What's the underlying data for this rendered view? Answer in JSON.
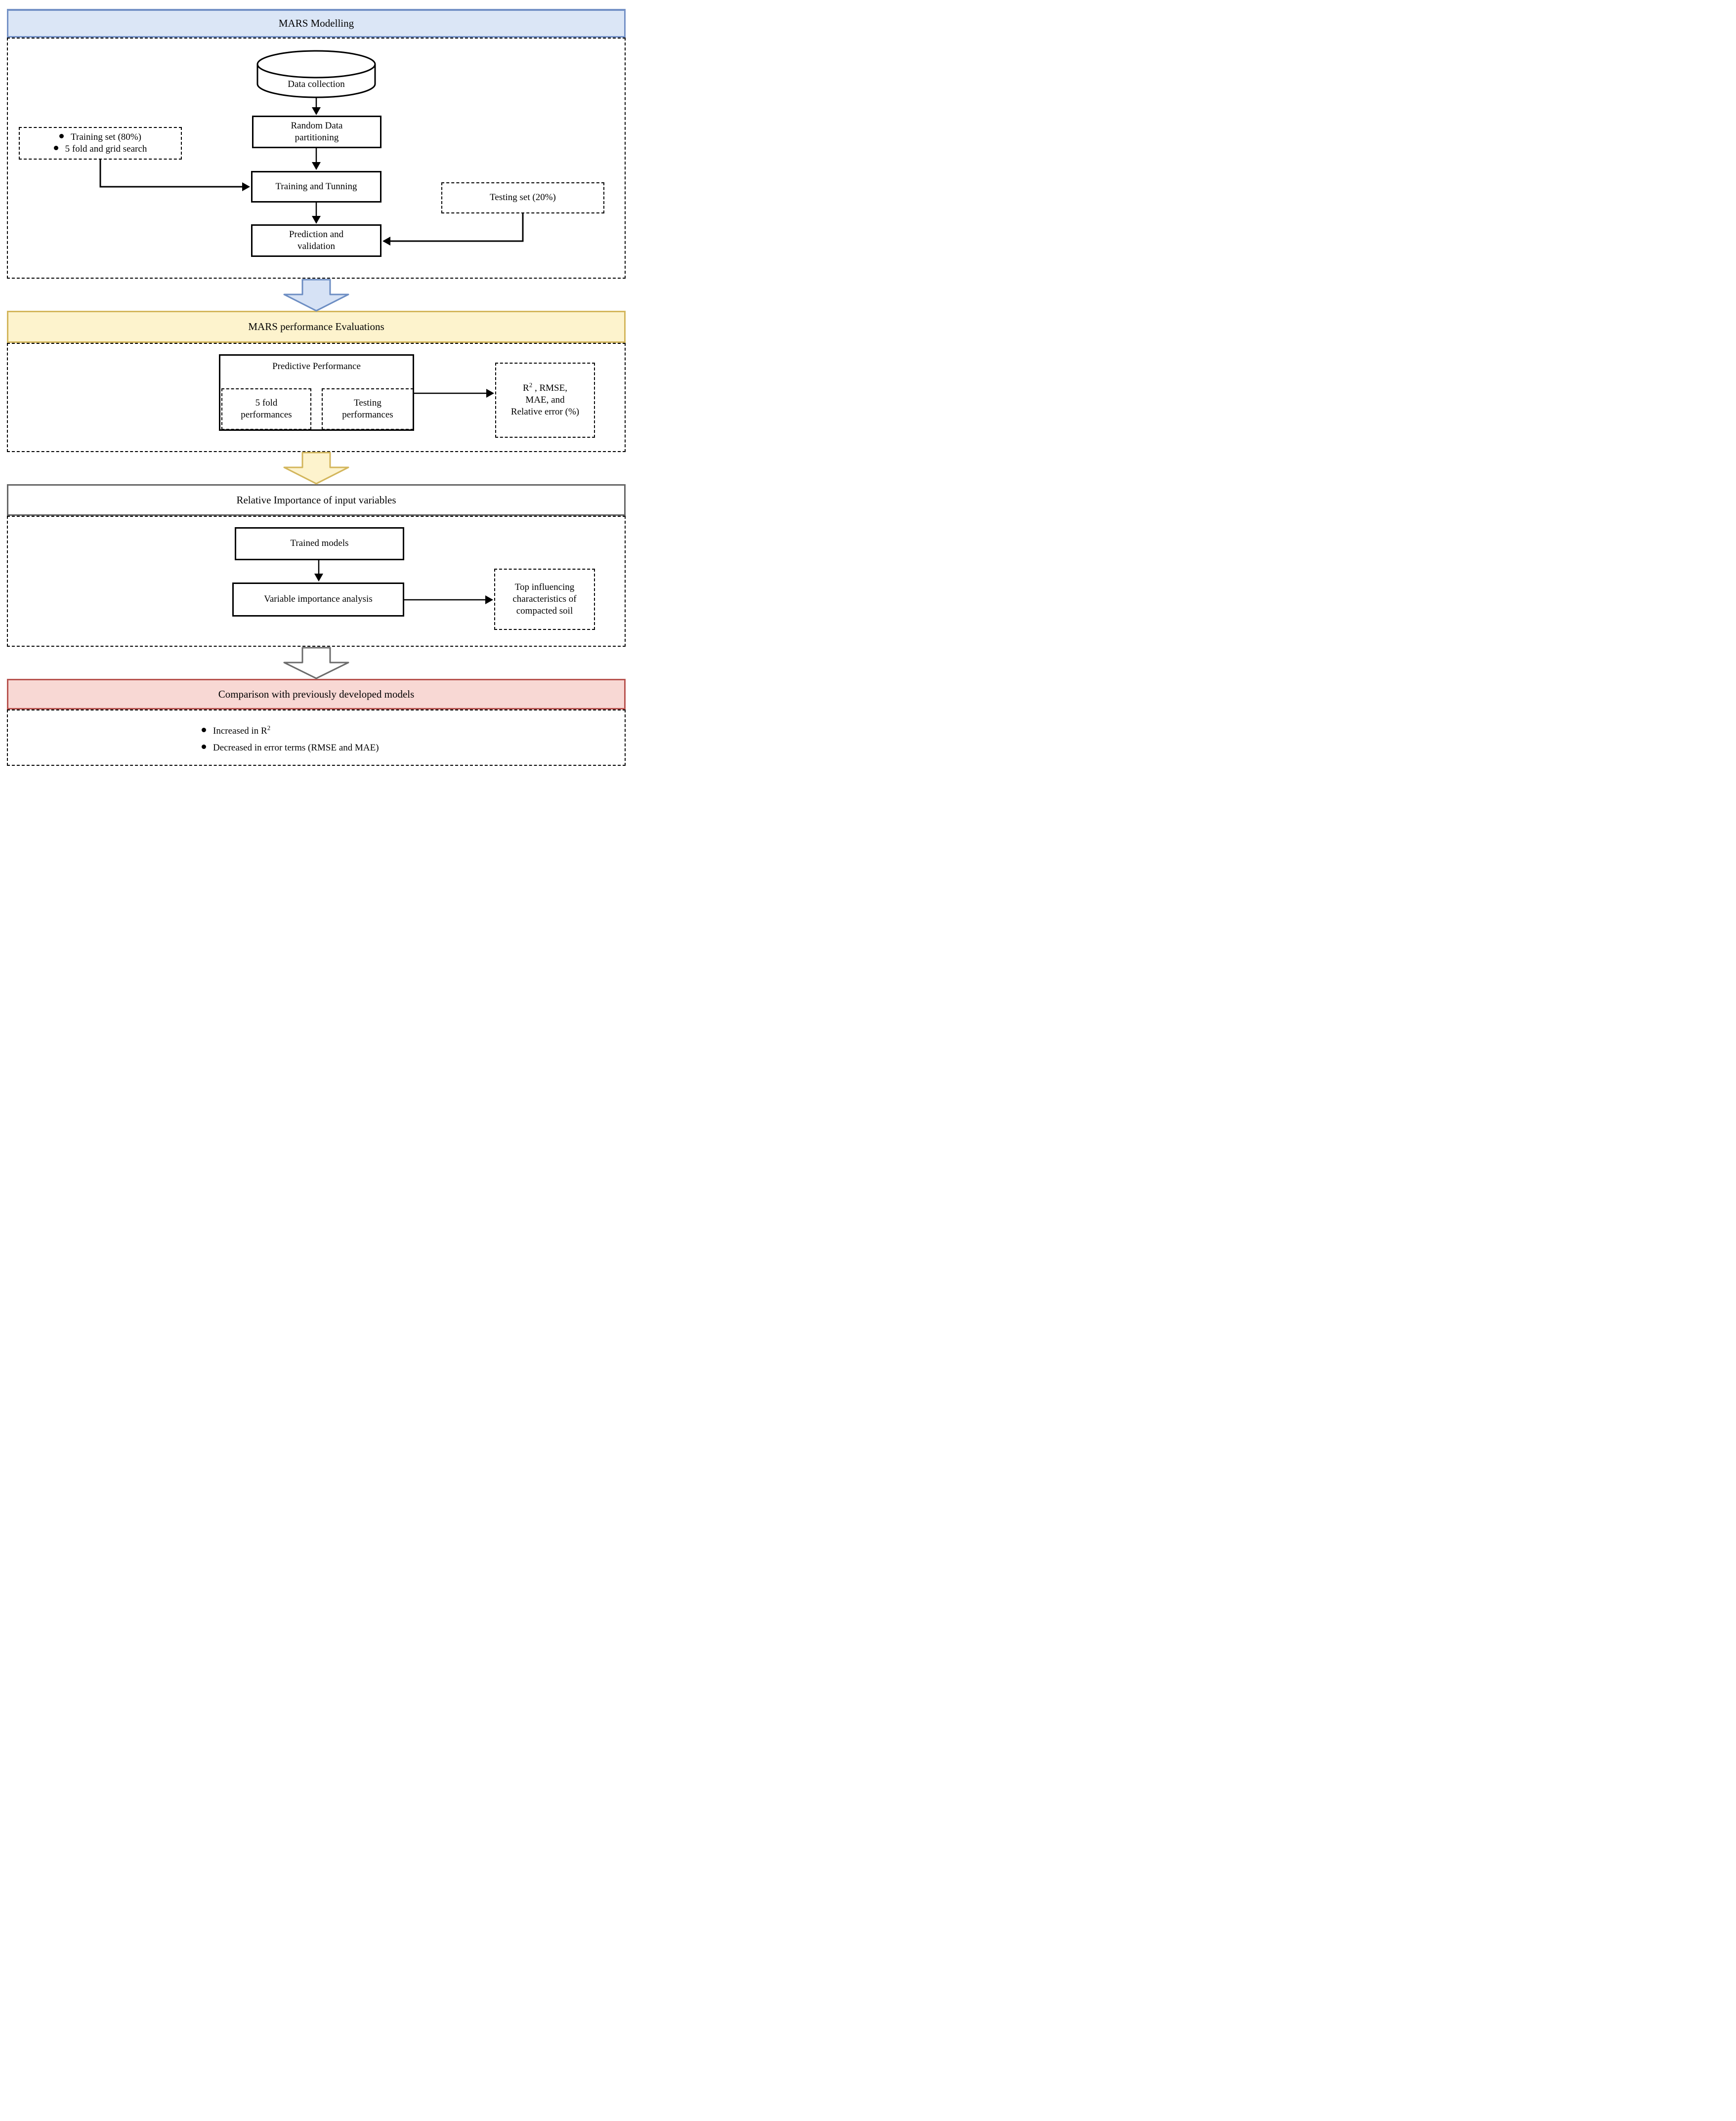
{
  "headers": {
    "modelling": {
      "label": "MARS Modelling",
      "bg": "#dbe6f6",
      "border": "#7491c6"
    },
    "evaluations": {
      "label": "MARS performance Evaluations",
      "bg": "#fdf3cd",
      "border": "#d3b65c"
    },
    "importance": {
      "label": "Relative Importance of input variables",
      "bg": "#ffffff",
      "border": "#666666"
    },
    "comparison": {
      "label": "Comparison with previously developed models",
      "bg": "#f8d8d4",
      "border": "#b85450"
    }
  },
  "flow_arrows": {
    "blue": {
      "fill": "#d6e2f5",
      "stroke": "#6d8ec3"
    },
    "yellow": {
      "fill": "#fdf3cd",
      "stroke": "#d3b65c"
    },
    "gray": {
      "fill": "#ffffff",
      "stroke": "#6b6b6b"
    }
  },
  "modelling": {
    "data_collection": "Data collection",
    "random_partitioning": [
      "Random Data",
      "partitioning"
    ],
    "training_bullets": [
      "Training set (80%)",
      "5 fold and grid search"
    ],
    "training_tunning": "Training and Tunning",
    "testing_set": "Testing set (20%)",
    "prediction_validation": [
      "Prediction and",
      "validation"
    ]
  },
  "evaluations": {
    "predictive_performance": "Predictive Performance",
    "fold_performances": [
      "5 fold",
      "performances"
    ],
    "testing_performances": [
      "Testing",
      "performances"
    ],
    "metrics": {
      "r": "R",
      "exp": "2",
      "line1_rest": " , RMSE,",
      "line2": "MAE, and",
      "line3": "Relative error (%)"
    }
  },
  "importance": {
    "trained_models": "Trained models",
    "variable_importance": "Variable importance analysis",
    "top_influencing": [
      "Top influencing",
      "characteristics of",
      "compacted soil"
    ]
  },
  "comparison": {
    "bullet1": {
      "text": "Increased in R",
      "exp": "2"
    },
    "bullet2": "Decreased in error terms (RMSE and MAE)"
  }
}
